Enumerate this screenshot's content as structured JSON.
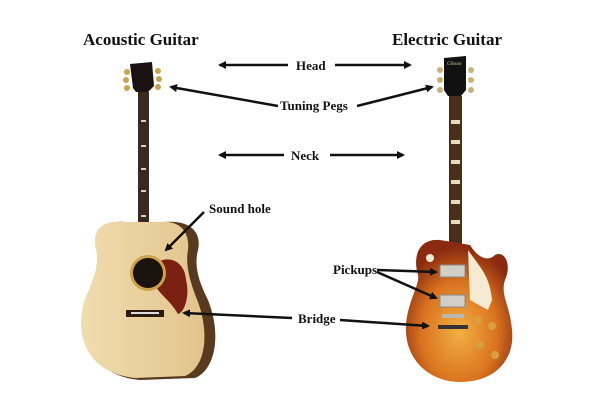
{
  "titles": {
    "acoustic": "Acoustic Guitar",
    "electric": "Electric Guitar"
  },
  "labels": {
    "head": "Head",
    "tuning_pegs": "Tuning Pegs",
    "neck": "Neck",
    "sound_hole": "Sound hole",
    "pickups": "Pickups",
    "bridge": "Bridge"
  },
  "logo": "Gibson",
  "colors": {
    "acoustic_top": "#ecd3a0",
    "electric_burst": "#c8561e",
    "pickguard": "#7a2010",
    "arrow": "#111111"
  }
}
